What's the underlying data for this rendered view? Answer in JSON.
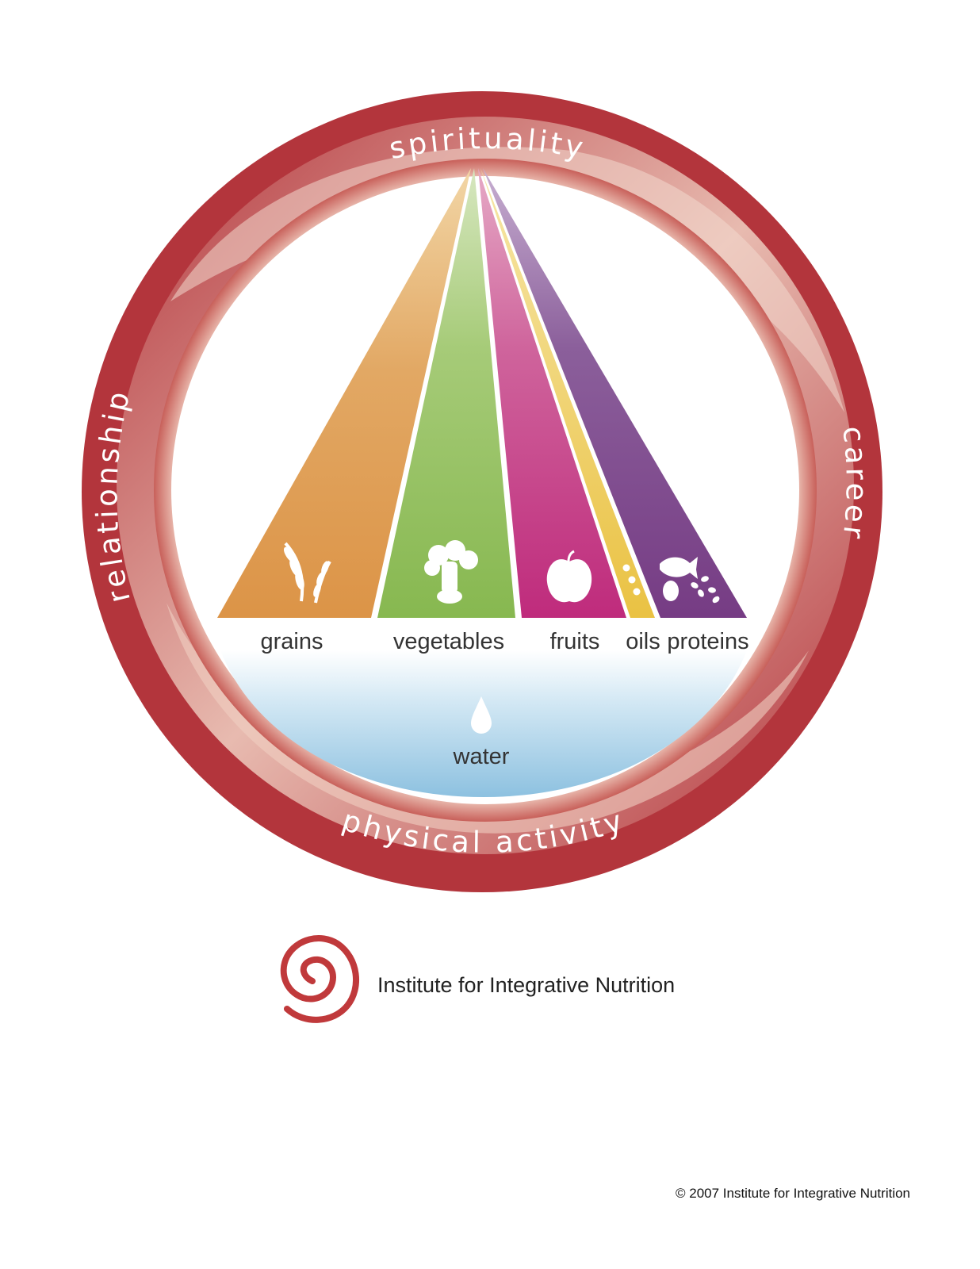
{
  "diagram": {
    "ring_labels": {
      "top": "spirituality",
      "right": "career",
      "bottom": "physical activity",
      "left": "relationship"
    },
    "food_groups": [
      {
        "key": "grains",
        "label": "grains",
        "color": "#dd9a52",
        "icon": "wheat-icon"
      },
      {
        "key": "vegetables",
        "label": "vegetables",
        "color": "#92be5b",
        "icon": "broccoli-icon"
      },
      {
        "key": "fruits",
        "label": "fruits",
        "color": "#c53f86",
        "icon": "apple-icon"
      },
      {
        "key": "oils",
        "label": "oils",
        "color": "#ecc84b",
        "icon": "oil-drops-icon"
      },
      {
        "key": "proteins",
        "label": "proteins",
        "color": "#7e468c",
        "icon": "fish-egg-beans-icon"
      }
    ],
    "water": {
      "label": "water",
      "color": "#8fc3e1",
      "icon": "water-drop-icon"
    },
    "ring_color": "#b3353c"
  },
  "logo": {
    "text": "Institute for Integrative Nutrition",
    "icon": "spiral-icon",
    "color": "#c0393b"
  },
  "footer": {
    "copyright": "© 2007 Institute for Integrative Nutrition"
  }
}
